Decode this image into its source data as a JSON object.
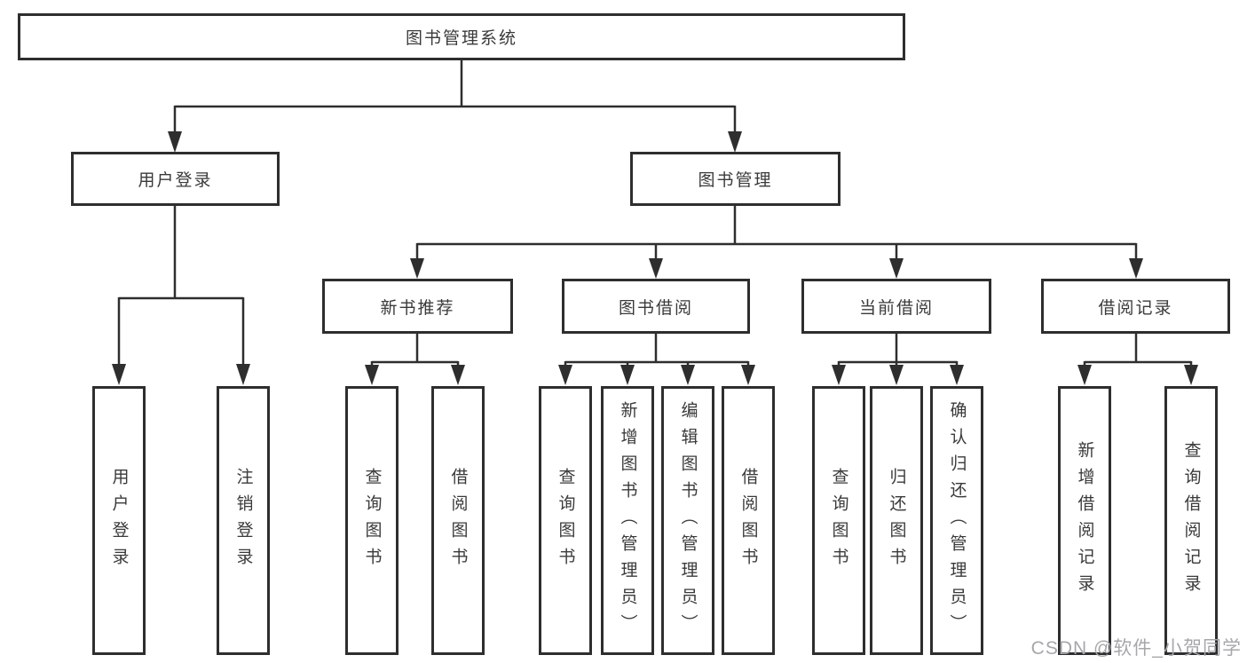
{
  "tree": {
    "label": "图书管理系统",
    "children": [
      {
        "label": "用户登录",
        "children": [
          {
            "label": "用户登录"
          },
          {
            "label": "注销登录"
          }
        ]
      },
      {
        "label": "图书管理",
        "children": [
          {
            "label": "新书推荐",
            "children": [
              {
                "label": "查询图书"
              },
              {
                "label": "借阅图书"
              }
            ]
          },
          {
            "label": "图书借阅",
            "children": [
              {
                "label": "查询图书"
              },
              {
                "label": "新增图书（管理员）"
              },
              {
                "label": "编辑图书（管理员）"
              },
              {
                "label": "借阅图书"
              }
            ]
          },
          {
            "label": "当前借阅",
            "children": [
              {
                "label": "查询图书"
              },
              {
                "label": "归还图书"
              },
              {
                "label": "确认归还（管理员）"
              }
            ]
          },
          {
            "label": "借阅记录",
            "children": [
              {
                "label": "新增借阅记录"
              },
              {
                "label": "查询借阅记录"
              }
            ]
          }
        ]
      }
    ]
  },
  "watermark": "CSDN @软件_小贺同学",
  "colors": {
    "line": "#2e2e2e",
    "box_border": "#2e2e2e",
    "text": "#3a3a3a",
    "background": "#ffffff",
    "watermark": "#a7a7ab"
  }
}
